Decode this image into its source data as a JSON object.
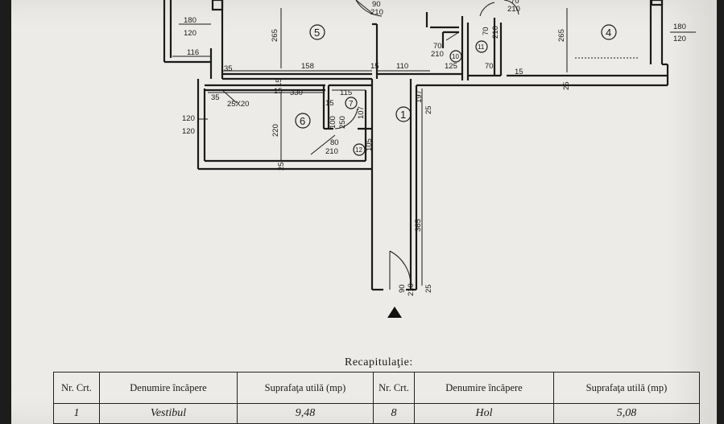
{
  "plan": {
    "rooms": [
      "5",
      "4",
      "6",
      "7",
      "1",
      "10",
      "11",
      "12"
    ],
    "dims": {
      "win_left_w": "180",
      "win_left_h": "120",
      "win_left2_w": "120",
      "win_left2_h": "120",
      "win_right_w": "180",
      "win_right_h": "120",
      "d116": "116",
      "d35a": "35",
      "d35b": "35",
      "d265a": "265",
      "d265b": "265",
      "d158": "158",
      "d15a": "15",
      "d110": "110",
      "d125a": "125",
      "d70a": "70",
      "d15b": "15",
      "d330": "330",
      "d15c": "15",
      "d115": "115",
      "d15d": "15",
      "d15e": "15",
      "d107": "107",
      "d220": "220",
      "d100": "100",
      "d250": "250",
      "d197": "197",
      "d365": "365",
      "d25a": "25",
      "d25b": "25",
      "d25c": "25",
      "d25d": "25",
      "d105": "105",
      "d25x20": "25X20",
      "door_top_w": "90",
      "door_top_h": "210",
      "door_bath_w": "70",
      "door_bath_h": "210",
      "door_wc_w": "70",
      "door_wc_h": "210",
      "door_top2_w": "70",
      "door_top2_h": "210",
      "door_bed_w": "80",
      "door_bed_h": "210",
      "door_entry_w": "90",
      "door_entry_h": "210"
    }
  },
  "recap": {
    "title": "Recapitulaţie:",
    "headers": {
      "nr": "Nr. Crt.",
      "name": "Denumire încăpere",
      "area": "Suprafaţa utilă (mp)",
      "nr2": "Nr. Crt.",
      "name2": "Denumire încăpere",
      "area2": "Suprafaţa utilă (mp)"
    },
    "rows": [
      {
        "nr": "1",
        "name": "Vestibul",
        "area": "9,48",
        "nr2": "8",
        "name2": "Hol",
        "area2": "5,08"
      }
    ]
  }
}
